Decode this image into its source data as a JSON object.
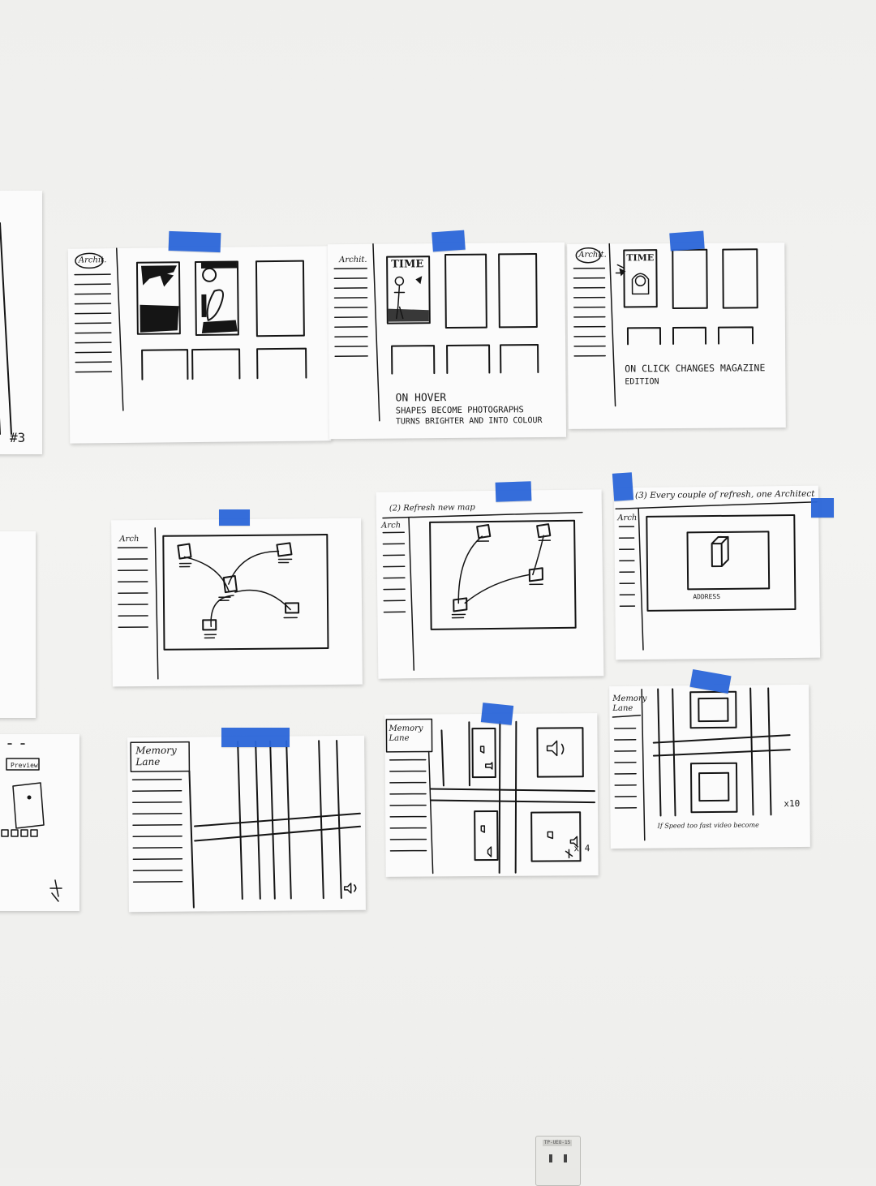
{
  "sketches": {
    "s1": {
      "label": "Archit."
    },
    "s2": {
      "label": "Archit.",
      "magazine": "TIME",
      "note_lines": [
        "ON HOVER",
        "SHAPES BECOME PHOTOGRAPHS",
        "TURNS BRIGHTER AND INTO COLOUR"
      ]
    },
    "s3": {
      "label": "Archit.",
      "magazine": "TIME",
      "note_lines": [
        "ON CLICK CHANGES MAGAZINE",
        "EDITION"
      ]
    },
    "s4": {
      "label": "Arch"
    },
    "s5": {
      "label": "Arch",
      "note": "(2) Refresh new map"
    },
    "s6": {
      "label": "Arch",
      "note": "(3) Every couple of refresh, one Architect",
      "caption": "ADDRESS"
    },
    "s7": {
      "label_lines": [
        "Memory",
        "Lane"
      ]
    },
    "s8": {
      "label_lines": [
        "Memory",
        "Lane"
      ],
      "multiplier": "x 4"
    },
    "s9": {
      "label_lines": [
        "Memory",
        "Lane"
      ],
      "multiplier": "x10",
      "note": "If Speed too fast video become"
    },
    "left_partial": {
      "mark": "#3",
      "button": "Preview"
    }
  },
  "outlet": {
    "tag": "TP-UEO-15"
  },
  "colors": {
    "tape": "#2b66d9",
    "paper": "#fbfbfb",
    "wall": "#efefed",
    "ink": "#151515"
  }
}
